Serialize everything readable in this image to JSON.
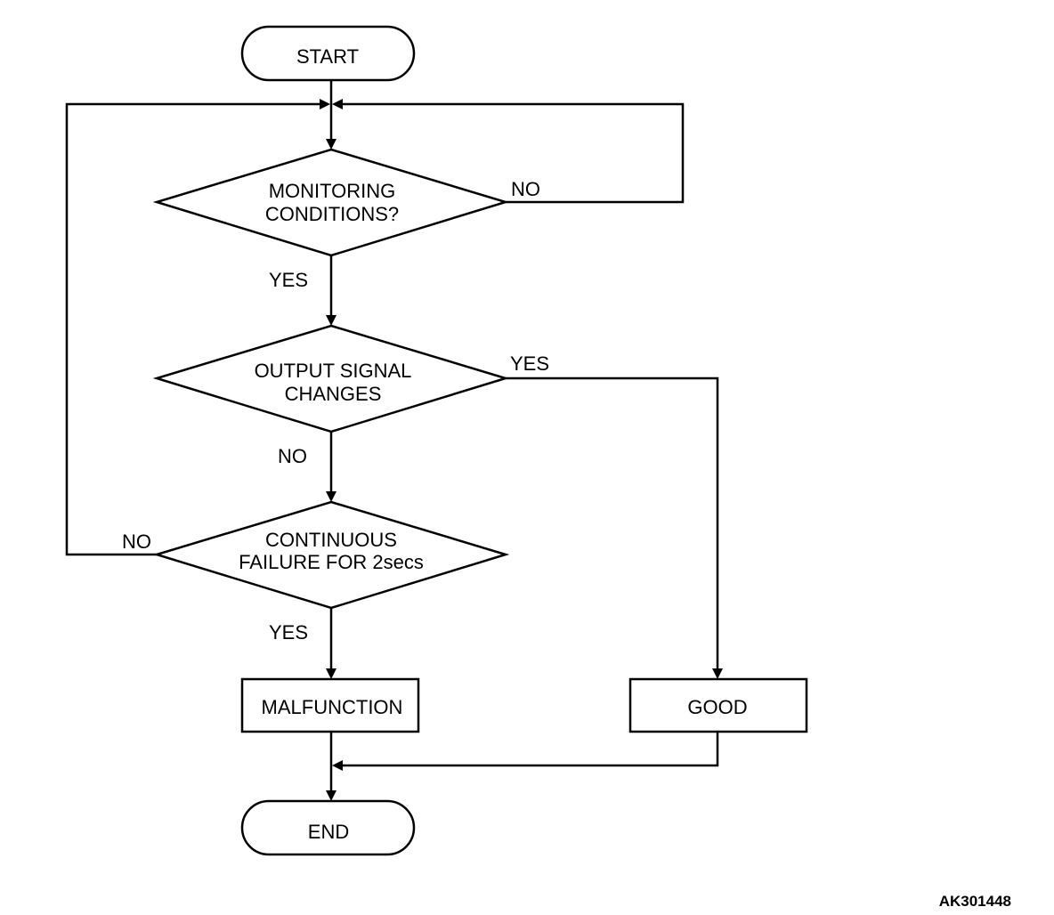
{
  "diagram": {
    "nodes": {
      "start": "START",
      "monitoring_line1": "MONITORING",
      "monitoring_line2": "CONDITIONS?",
      "output_line1": "OUTPUT SIGNAL",
      "output_line2": "CHANGES",
      "continuous_line1": "CONTINUOUS",
      "continuous_line2": "FAILURE FOR 2secs",
      "malfunction": "MALFUNCTION",
      "good": "GOOD",
      "end": "END"
    },
    "branches": {
      "monitoring_no": "NO",
      "monitoring_yes": "YES",
      "output_yes": "YES",
      "output_no": "NO",
      "continuous_no": "NO",
      "continuous_yes": "YES"
    },
    "figure_id": "AK301448"
  }
}
